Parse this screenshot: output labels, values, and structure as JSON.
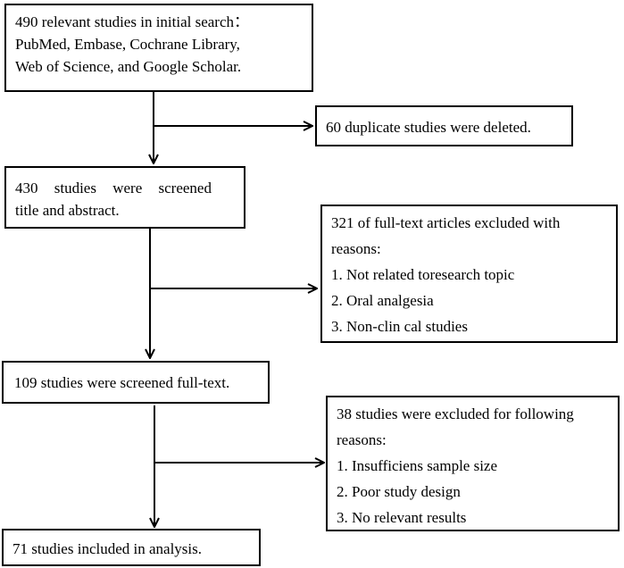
{
  "boxes": {
    "initial_search": {
      "lines": [
        "490 relevant studies in initial search：",
        "PubMed, Embase, Cochrane Library,",
        "Web of Science, and Google Scholar."
      ]
    },
    "duplicates": {
      "text": "60 duplicate studies were deleted."
    },
    "screened_title": {
      "lines": [
        "430 studies were screened",
        "title and abstract."
      ]
    },
    "excluded_1": {
      "lines": [
        "321 of full-text articles excluded with",
        "reasons:",
        "1. Not related toresearch topic",
        "2. Oral analgesia",
        "3. Non-clin cal studies"
      ]
    },
    "screened_full": {
      "text": "109 studies were screened full-text."
    },
    "excluded_2": {
      "lines": [
        "38 studies were excluded for following",
        "reasons:",
        "1. Insufficiens sample size",
        "2. Poor study design",
        "3. No relevant results"
      ]
    },
    "included": {
      "text": "71 studies included in analysis."
    }
  }
}
